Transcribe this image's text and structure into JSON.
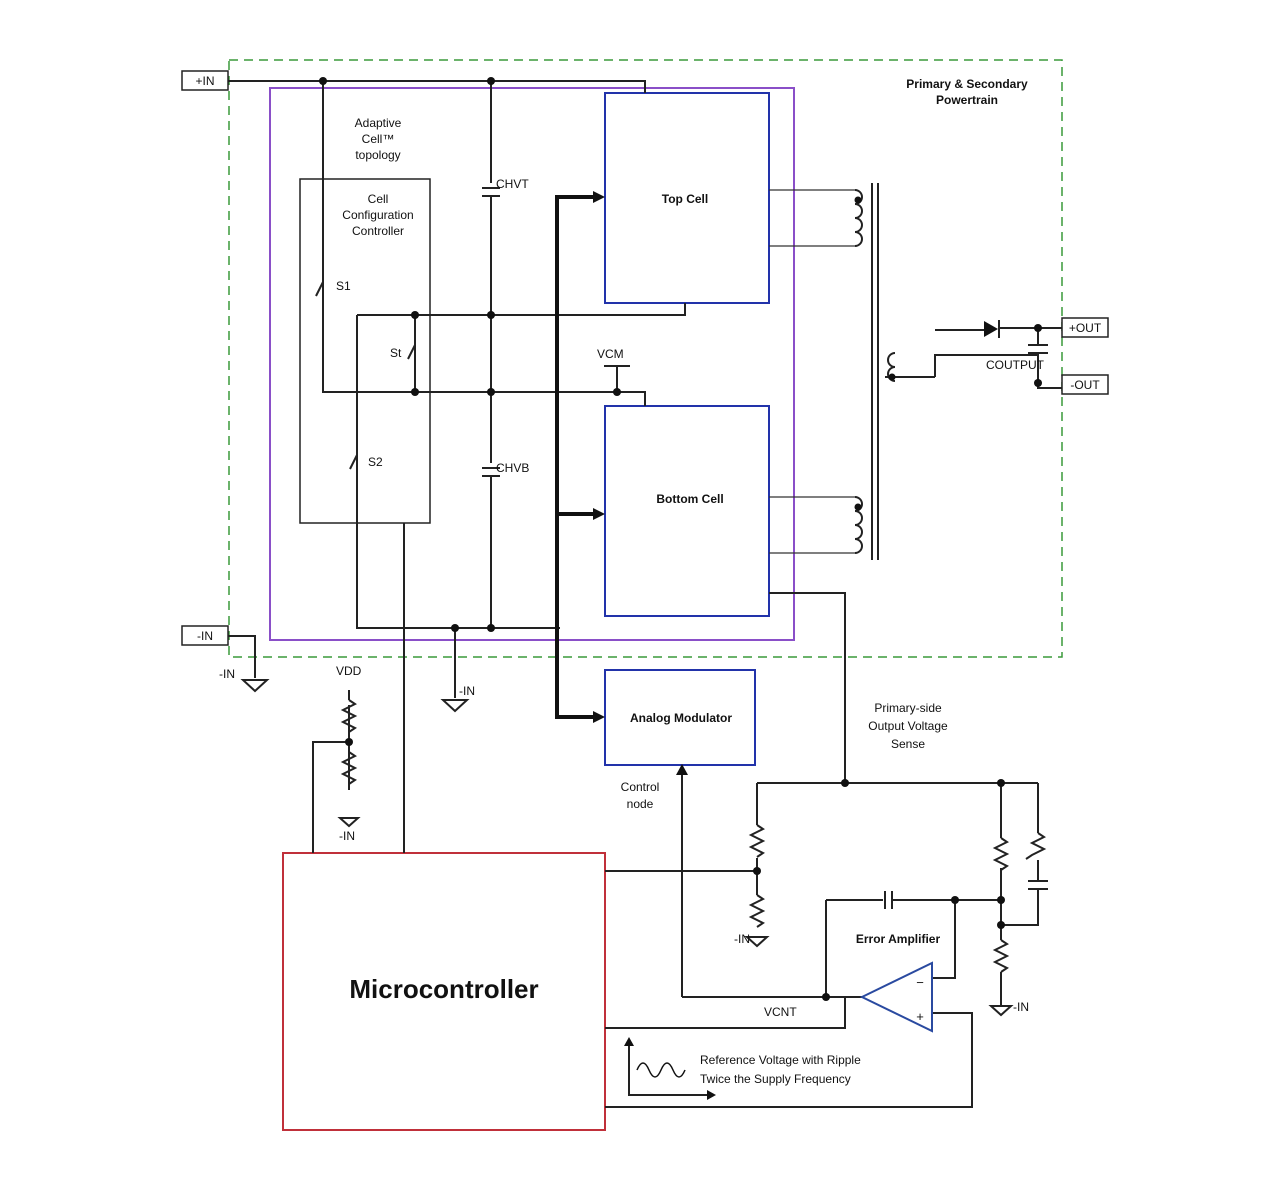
{
  "terminals": {
    "plus_in": "+IN",
    "minus_in": "-IN",
    "plus_out": "+OUT",
    "minus_out": "-OUT"
  },
  "regions": {
    "powertrain": "Primary & Secondary\nPowertrain",
    "adaptive_cell": "Adaptive\nCell™\ntopology",
    "cell_config": "Cell\nConfiguration\nController"
  },
  "blocks": {
    "top_cell": "Top Cell",
    "bottom_cell": "Bottom Cell",
    "analog_modulator": "Analog Modulator",
    "microcontroller": "Microcontroller",
    "error_amplifier": "Error Amplifier"
  },
  "components": {
    "s1": "S1",
    "st": "St",
    "s2": "S2",
    "c_hvt": "CHVT",
    "c_hvb": "CHVB",
    "v_cm": "VCM",
    "c_output": "COUTPUT",
    "v_dd": "VDD",
    "v_cnt": "VCNT",
    "gnd_minus_in": "-IN",
    "amp_minus": "−",
    "amp_plus": "+"
  },
  "annotations": {
    "primary_sense": "Primary-side\nOutput Voltage\nSense",
    "control_node": "Control\nnode",
    "reference": "Reference Voltage with Ripple\nTwice the Supply Frequency"
  },
  "colors": {
    "powertrain_border": "#3a9a3a",
    "powertrain_text": "#2f9a2f",
    "adaptive_border": "#8a4fc8",
    "block_border": "#2233aa",
    "cell_text": "#2a9a2a",
    "modulator_text": "#2233aa",
    "micro_border": "#c0303a",
    "amp_text": "#8a30b0",
    "amp_triangle": "#2a4aa0"
  }
}
